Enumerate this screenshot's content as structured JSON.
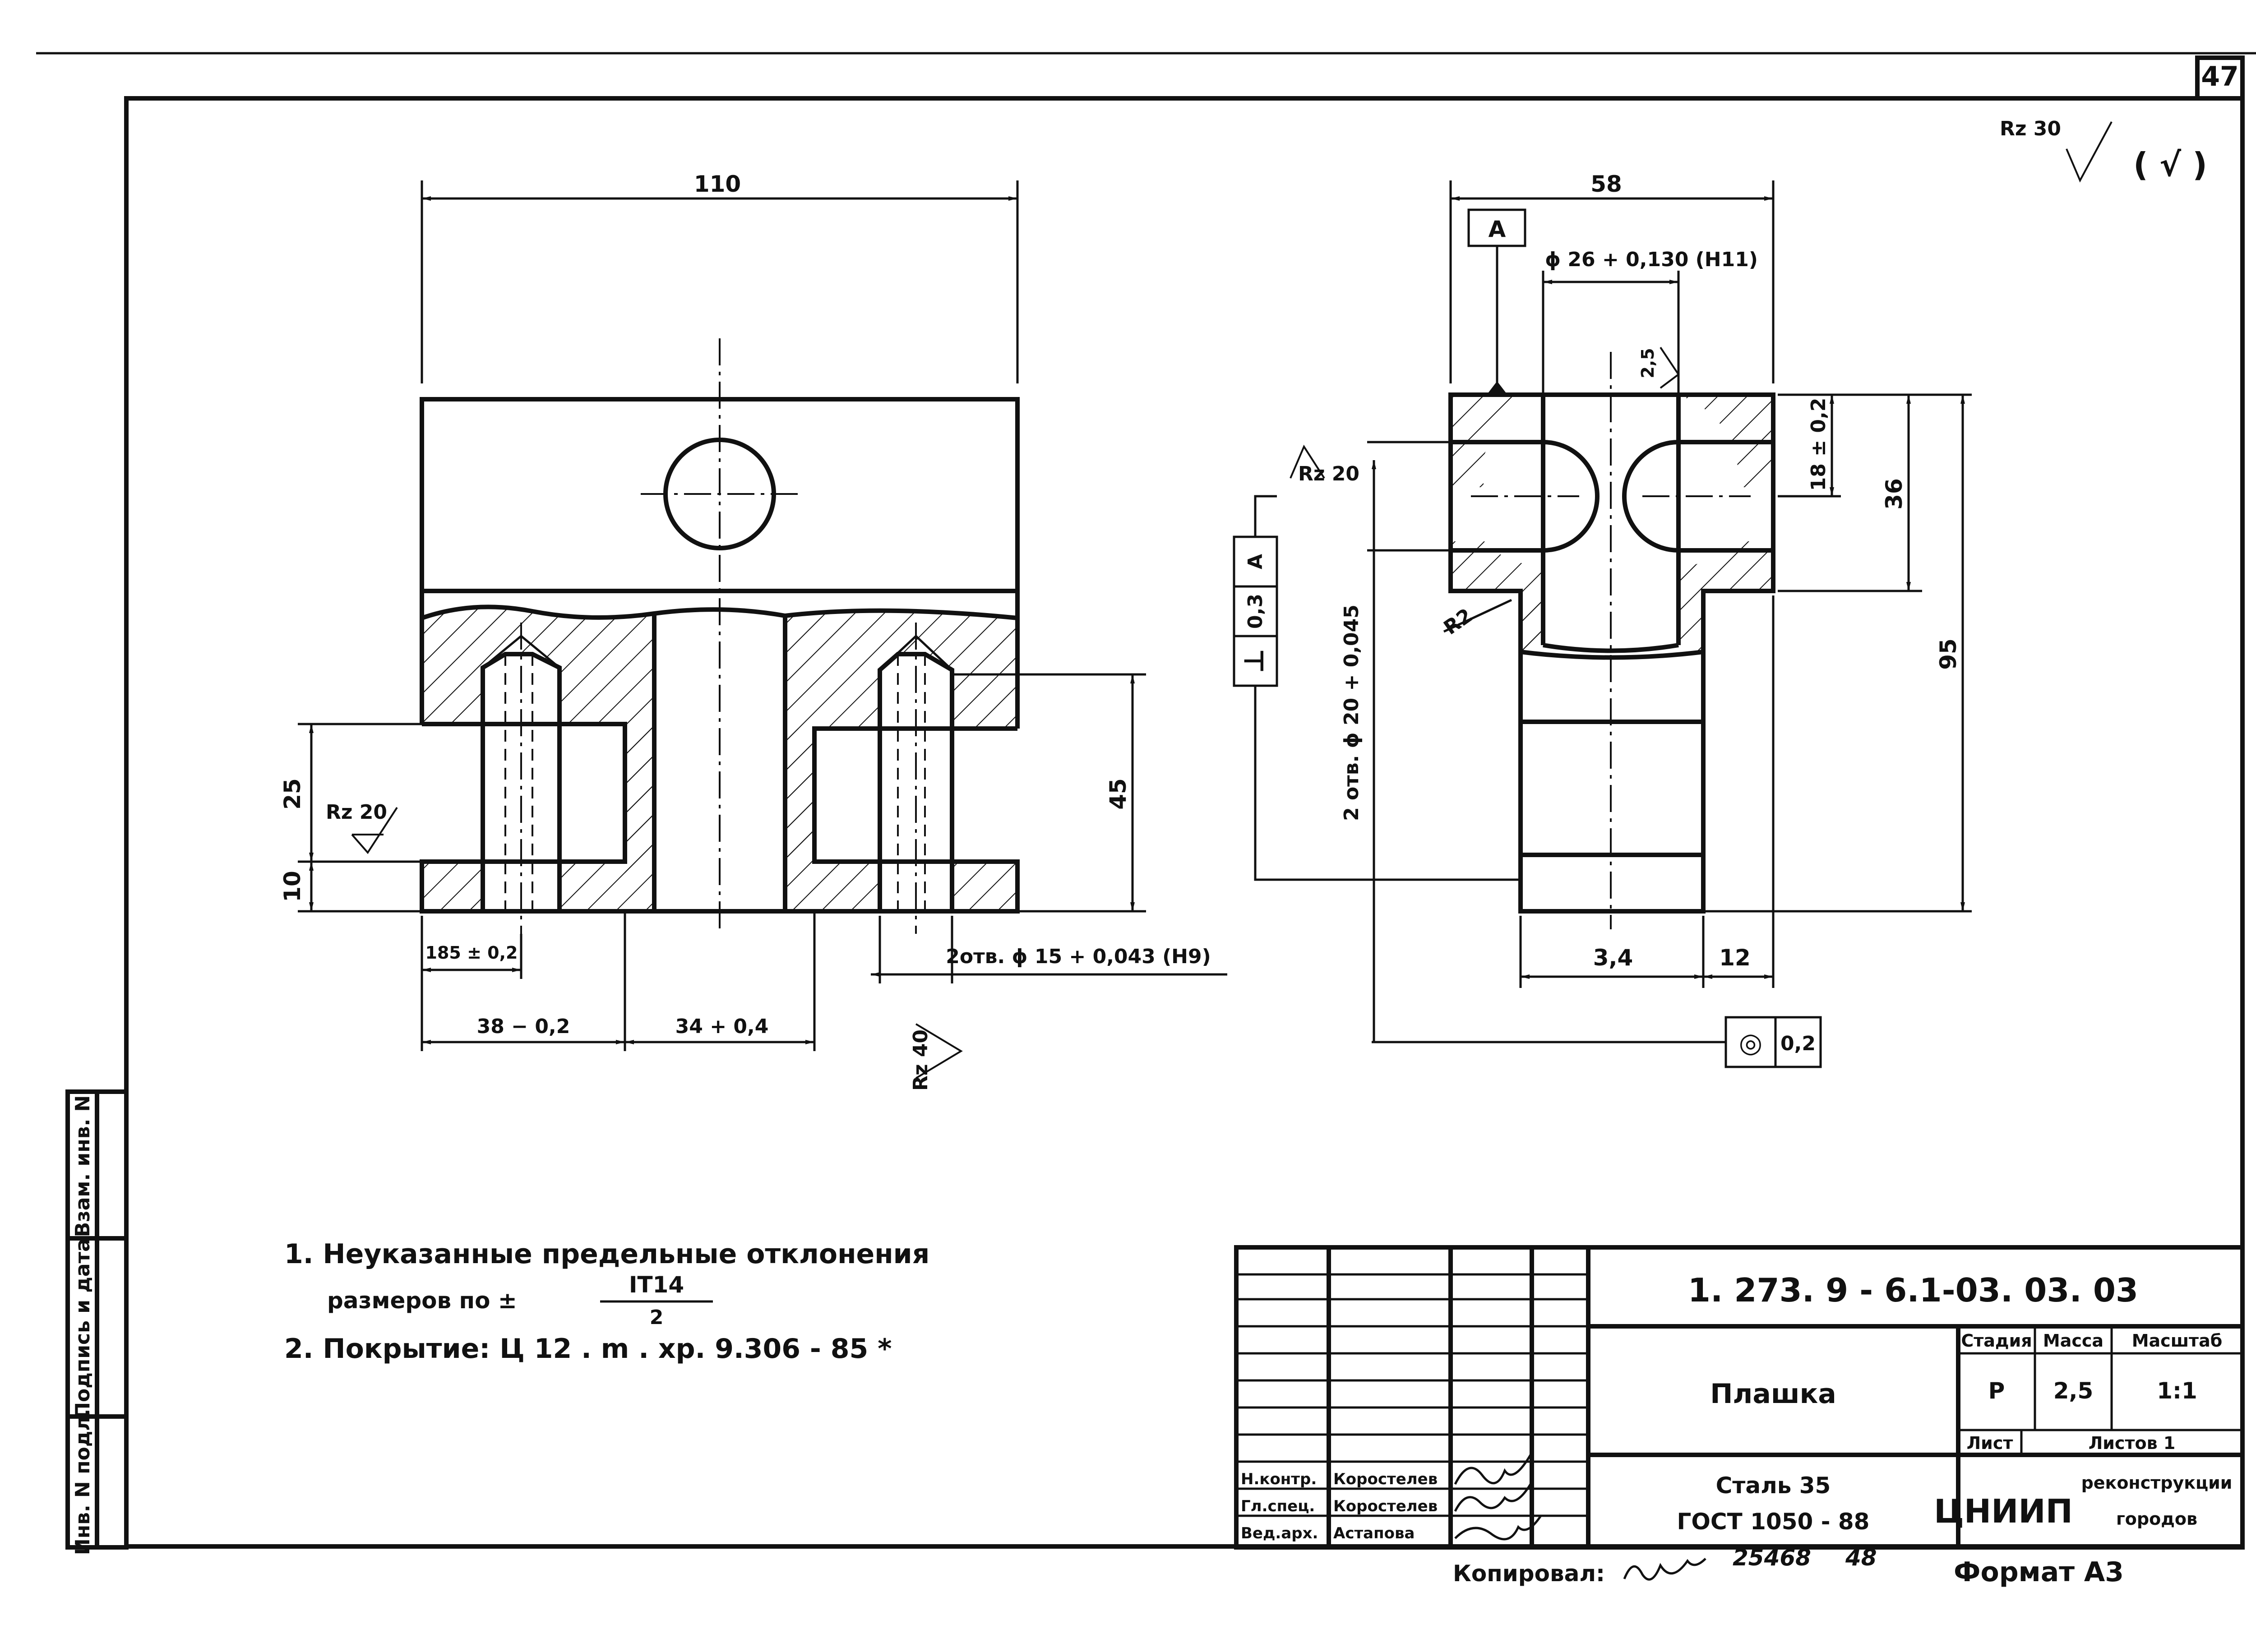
{
  "sheet_number": "47",
  "surface_mark": {
    "general": "Rz 30",
    "bracket": "( √ )"
  },
  "left_view": {
    "dim_width": "110",
    "dim_25": "25",
    "dim_10": "10",
    "dim_45": "45",
    "rough_left": "Rz 20",
    "dim_185": "185 ± 0,2",
    "dim_38": "38 − 0,2",
    "dim_34": "34 + 0,4",
    "holes_15": "2отв. ϕ 15 + 0,043 (H9)",
    "rough_40": "Rz 40"
  },
  "right_view": {
    "dim_width": "58",
    "datum": "A",
    "dia_26": "ϕ 26 + 0,130 (H11)",
    "rough_25": "2,5",
    "rough_20": "Rz 20",
    "dim_18": "18 ± 0,2",
    "dim_36": "36",
    "dim_95": "95",
    "radius": "R2",
    "holes_20": "2 отв. ϕ 20 + 0,045",
    "perp_symbol": "⊥",
    "perp_value": "0,3",
    "perp_datum": "A",
    "dim_34b": "3,4",
    "dim_12": "12",
    "concentric_symbol": "◎",
    "concentric_value": "0,2"
  },
  "notes": {
    "note1_line1": "1.  Неуказанные   предельные   отклонения",
    "note1_line2_prefix": "размеров   по  ±",
    "note1_frac_top": "IT14",
    "note1_frac_bottom": "2",
    "note2": "2.  Покрытие:  Ц 12 . m . xp.  9.306 - 85 *"
  },
  "side_stamp": {
    "col1": "Инв. N подл.",
    "col2": "Подпись и дата",
    "col3": "Взам. инв. N"
  },
  "title_block": {
    "doc_code": "1. 273. 9 - 6.1-03. 03. 03",
    "part_name": "Плашка",
    "material_line1": "Сталь 35",
    "material_line2": "ГОСТ 1050 - 88",
    "col_stage": "Стадия",
    "col_mass": "Масса",
    "col_scale": "Масштаб",
    "stage_value": "Р",
    "mass_value": "2,5",
    "scale_value": "1:1",
    "sheet_label": "Лист",
    "sheets_label": "Листов  1",
    "org_logo": "ЦНИИП",
    "org_line1": "реконструкции",
    "org_line2": "городов",
    "role1": "Н.контр.",
    "role2": "Гл.спец.",
    "role3": "Вед.арх.",
    "name1": "Коростелев",
    "name2": "Коростелев",
    "name3": "Астапова"
  },
  "footer": {
    "copied_label": "Копировал:",
    "copy_number": "25468",
    "copy_sheet": "48",
    "format_label": "Формат  А3"
  }
}
